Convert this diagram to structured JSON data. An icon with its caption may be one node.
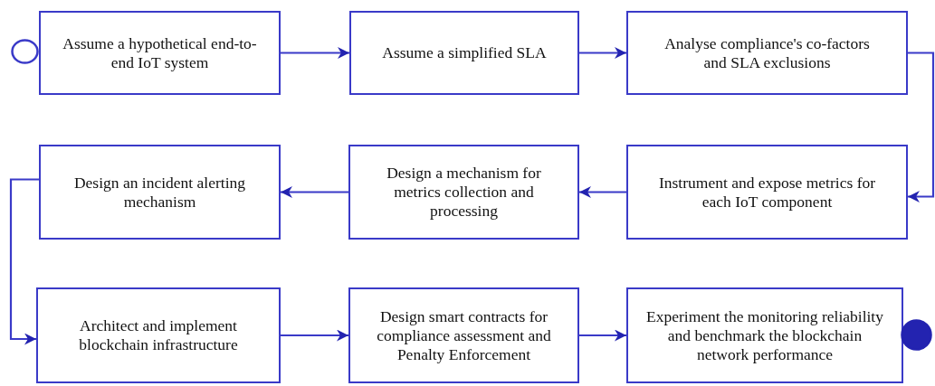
{
  "diagram": {
    "nodes": [
      {
        "text": [],
        "shape": "circle"
      },
      {
        "text": [
          "Assume a hypothetical end-to-end IoT system"
        ]
      },
      {
        "text": [
          "Assume a simplified SLA"
        ]
      },
      {
        "text": [
          "Analyse compliance's co-factors and SLA exclusions"
        ]
      },
      {
        "text": [
          "Instrument and expose metrics for each IoT component"
        ]
      },
      {
        "text": [
          "Design a mechanism for metrics collection and processing"
        ]
      },
      {
        "text": [
          "Design an incident alerting mechanism"
        ]
      },
      {
        "text": [
          "Architect and implement blockchain infrastructure"
        ]
      },
      {
        "text": [
          "Design smart contracts for compliance assessment and Penalty Enforcement"
        ]
      },
      {
        "text": [
          "Experiment the monitoring reliability and benchmark the blockchain network performance"
        ]
      },
      {
        "text": [],
        "shape": "dot"
      }
    ],
    "edges": [
      {
        "from": 1,
        "to": 2,
        "arrow": "to"
      },
      {
        "from": 2,
        "to": 3,
        "arrow": "to"
      },
      {
        "from": 3,
        "to": 4,
        "arrow": "to"
      },
      {
        "from": 4,
        "to": 5,
        "arrow": "to"
      },
      {
        "from": 5,
        "to": 6,
        "arrow": "to"
      },
      {
        "from": 6,
        "to": 7,
        "arrow": "to"
      },
      {
        "from": 7,
        "to": 8,
        "arrow": "to"
      },
      {
        "from": 8,
        "to": 9,
        "arrow": "to"
      }
    ]
  }
}
